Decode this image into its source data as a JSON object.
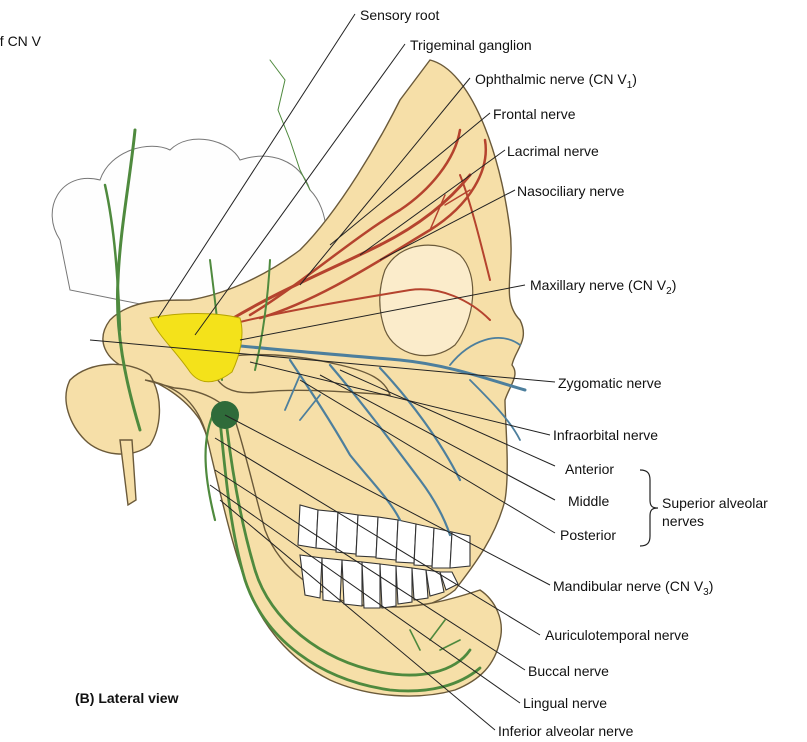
{
  "header": {
    "partial_caption": "of CN V"
  },
  "view_label": "(B) Lateral view",
  "labels": {
    "sensory_root": "Sensory root",
    "trigeminal_ganglion": "Trigeminal ganglion",
    "ophthalmic_prefix": "Ophthalmic nerve (CN V",
    "ophthalmic_sub": "1",
    "frontal": "Frontal nerve",
    "lacrimal": "Lacrimal nerve",
    "nasociliary": "Nasociliary nerve",
    "maxillary_prefix": "Maxillary nerve (CN V",
    "maxillary_sub": "2",
    "zygomatic": "Zygomatic nerve",
    "infraorbital": "Infraorbital nerve",
    "anterior": "Anterior",
    "middle": "Middle",
    "posterior": "Posterior",
    "superior_alveolar_1": "Superior alveolar",
    "superior_alveolar_2": "nerves",
    "mandibular_prefix": "Mandibular nerve (CN V",
    "mandibular_sub": "3",
    "auriculotemporal": "Auriculotemporal nerve",
    "buccal": "Buccal nerve",
    "lingual": "Lingual nerve",
    "inferior_alveolar": "Inferior alveolar nerve",
    "closing_paren": ")"
  },
  "colors": {
    "bone": "#f6dfa8",
    "ganglion": "#f4e21a",
    "ophthalmic": "#b5432e",
    "maxillary": "#4d7f9d",
    "mandibular": "#4f8a3e"
  }
}
